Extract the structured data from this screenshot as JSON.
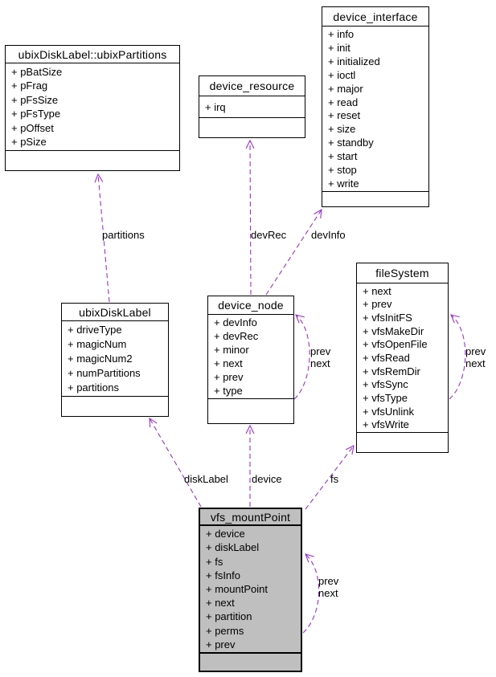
{
  "colors": {
    "edge": "#9a32cd",
    "highlight_fill": "#bfbfbf",
    "box_fill": "#ffffff",
    "box_border": "#000000",
    "background": "#ffffff"
  },
  "classes": [
    {
      "title": "ubixDiskLabel::ubixPartitions",
      "fields": [
        "+ pBatSize",
        "+ pFrag",
        "+ pFsSize",
        "+ pFsType",
        "+ pOffset",
        "+ pSize"
      ]
    },
    {
      "title": "device_resource",
      "fields": [
        "+ irq"
      ]
    },
    {
      "title": "device_interface",
      "fields": [
        "+ info",
        "+ init",
        "+ initialized",
        "+ ioctl",
        "+ major",
        "+ read",
        "+ reset",
        "+ size",
        "+ standby",
        "+ start",
        "+ stop",
        "+ write"
      ]
    },
    {
      "title": "ubixDiskLabel",
      "fields": [
        "+ driveType",
        "+ magicNum",
        "+ magicNum2",
        "+ numPartitions",
        "+ partitions"
      ]
    },
    {
      "title": "device_node",
      "fields": [
        "+ devInfo",
        "+ devRec",
        "+ minor",
        "+ next",
        "+ prev",
        "+ type"
      ]
    },
    {
      "title": "fileSystem",
      "fields": [
        "+ next",
        "+ prev",
        "+ vfsInitFS",
        "+ vfsMakeDir",
        "+ vfsOpenFile",
        "+ vfsRead",
        "+ vfsRemDir",
        "+ vfsSync",
        "+ vfsType",
        "+ vfsUnlink",
        "+ vfsWrite"
      ]
    },
    {
      "title": "vfs_mountPoint",
      "fields": [
        "+ device",
        "+ diskLabel",
        "+ fs",
        "+ fsInfo",
        "+ mountPoint",
        "+ next",
        "+ partition",
        "+ perms",
        "+ prev"
      ]
    }
  ],
  "edge_labels": {
    "partitions": "partitions",
    "devRec": "devRec",
    "devInfo": "devInfo",
    "diskLabel": "diskLabel",
    "device": "device",
    "fs": "fs"
  },
  "loops": [
    {
      "owner": "device_node",
      "labels": [
        "prev",
        "next"
      ]
    },
    {
      "owner": "fileSystem",
      "labels": [
        "prev",
        "next"
      ]
    },
    {
      "owner": "vfs_mountPoint",
      "labels": [
        "prev",
        "next"
      ]
    }
  ]
}
